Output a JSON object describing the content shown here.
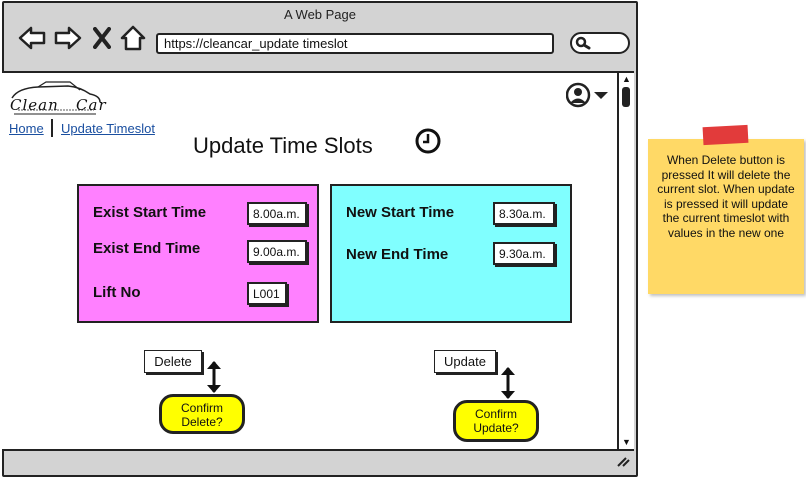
{
  "window": {
    "title": "A Web Page",
    "url": "https://cleancar_update timeslot"
  },
  "logo": {
    "text": "Clean   Car"
  },
  "breadcrumb": {
    "home": "Home",
    "current": "Update Timeslot"
  },
  "page": {
    "title": "Update Time Slots"
  },
  "exist_panel": {
    "color": "#ff80ff",
    "start_label": "Exist Start Time",
    "start_value": "8.00a.m.",
    "end_label": "Exist End Time",
    "end_value": "9.00a.m.",
    "lift_label": "Lift No",
    "lift_value": "L001"
  },
  "new_panel": {
    "color": "#80ffff",
    "start_label": "New Start Time",
    "start_value": "8.30a.m.",
    "end_label": "New End Time",
    "end_value": "9.30a.m."
  },
  "actions": {
    "delete_label": "Delete",
    "confirm_delete_line1": "Confirm",
    "confirm_delete_line2": "Delete?",
    "update_label": "Update",
    "confirm_update_line1": "Confirm",
    "confirm_update_line2": "Update?",
    "confirm_color": "#ffff00"
  },
  "note": {
    "text": "When Delete button is pressed It will delete the current slot. When update is pressed it will update the current timeslot with values in the new one",
    "color": "#ffd966"
  },
  "icons": [
    "back-icon",
    "forward-icon",
    "close-icon",
    "home-icon",
    "search-icon",
    "user-icon",
    "chevron-down-icon",
    "clock-icon",
    "double-arrow-icon",
    "resize-grip-icon"
  ]
}
